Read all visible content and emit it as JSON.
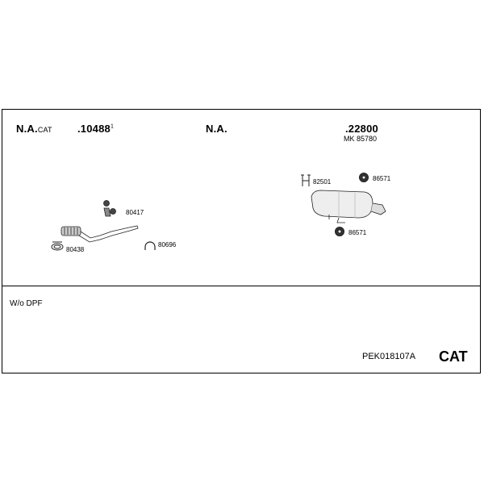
{
  "header": {
    "col1_label": "N.A.",
    "col1_suffix": "CAT",
    "col2_part": ".10488",
    "col2_sup": "1",
    "col3_label": "N.A.",
    "col4_part": ".22800",
    "col4_sub": "MK 85780"
  },
  "parts": {
    "front_gasket": "80438",
    "front_hanger": "80417",
    "front_clamp": "80696",
    "rear_clamp": "82501",
    "rear_hanger_top": "86571",
    "rear_hanger_bottom": "86571"
  },
  "footer": {
    "note": "W/o DPF",
    "code": "PEK018107A",
    "type": "CAT"
  }
}
